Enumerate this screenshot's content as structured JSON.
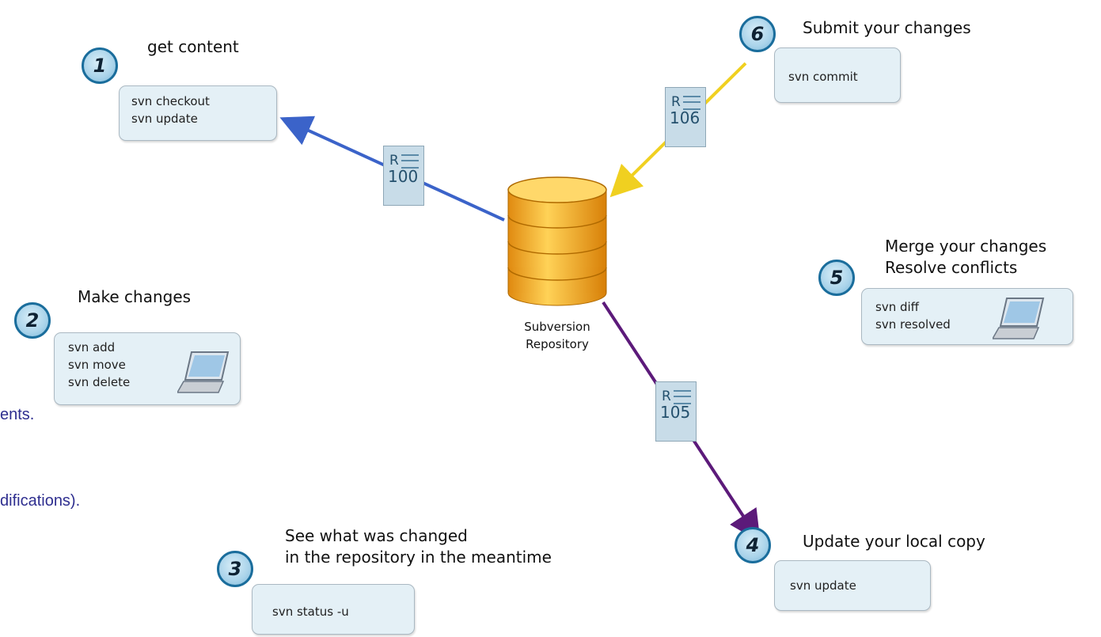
{
  "colors": {
    "arrow_checkout": "#3b63c9",
    "arrow_commit": "#f0d020",
    "arrow_status": "#5c1a7a",
    "badge_ring": "#1a6d9c",
    "repo_fill": "#f5b41f"
  },
  "repository": {
    "line1": "Subversion",
    "line2": "Repository"
  },
  "steps": [
    {
      "number": "1",
      "title": "get content",
      "commands": [
        "svn checkout",
        "svn update"
      ]
    },
    {
      "number": "2",
      "title": "Make changes",
      "commands": [
        "svn add",
        "svn move",
        "svn delete"
      ]
    },
    {
      "number": "3",
      "title_line1": "See what was changed",
      "title_line2": "in the repository in the meantime",
      "commands": [
        "svn status -u"
      ]
    },
    {
      "number": "4",
      "title": "Update your local copy",
      "commands": [
        "svn update"
      ]
    },
    {
      "number": "5",
      "title_line1": "Merge your changes",
      "title_line2": "Resolve conflicts",
      "commands": [
        "svn diff",
        "svn resolved"
      ]
    },
    {
      "number": "6",
      "title": "Submit your changes",
      "commands": [
        "svn commit"
      ]
    }
  ],
  "revisions": [
    {
      "prefix": "R",
      "number": "100"
    },
    {
      "prefix": "R",
      "number": "106"
    },
    {
      "prefix": "R",
      "number": "105"
    }
  ],
  "fragments": {
    "a": "ents.",
    "b": "difications)."
  }
}
